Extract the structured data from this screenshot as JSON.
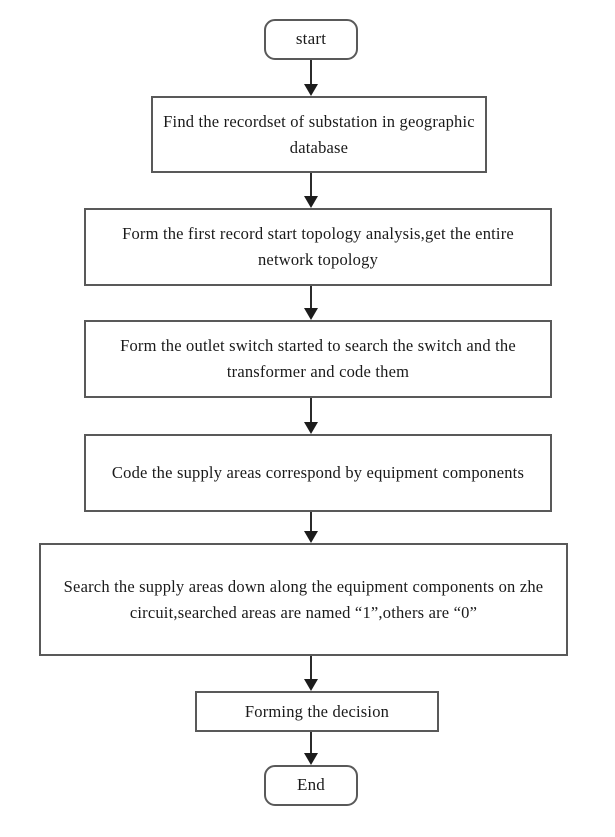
{
  "diagram": {
    "type": "flowchart",
    "orientation": "top-to-bottom",
    "nodes": [
      {
        "id": "start",
        "shape": "terminal",
        "label": "start"
      },
      {
        "id": "find-recordset",
        "shape": "process",
        "label": "Find the recordset of substation in geographic database"
      },
      {
        "id": "form-first-record",
        "shape": "process",
        "label": "Form the first record start topology analysis,get the entire network topology"
      },
      {
        "id": "form-outlet-switch",
        "shape": "process",
        "label": "Form the outlet switch started to search the switch and the transformer and code them"
      },
      {
        "id": "code-supply-areas",
        "shape": "process",
        "label": "Code the supply areas correspond by equipment components"
      },
      {
        "id": "search-supply-areas",
        "shape": "process",
        "label": "Search the supply areas down along the equipment components on zhe circuit,searched areas are named “1”,others are “0”"
      },
      {
        "id": "forming-decision",
        "shape": "process",
        "label": "Forming the decision"
      },
      {
        "id": "end",
        "shape": "terminal",
        "label": "End"
      }
    ],
    "edges": [
      {
        "from": "start",
        "to": "find-recordset",
        "label": ""
      },
      {
        "from": "find-recordset",
        "to": "form-first-record",
        "label": ""
      },
      {
        "from": "form-first-record",
        "to": "form-outlet-switch",
        "label": ""
      },
      {
        "from": "form-outlet-switch",
        "to": "code-supply-areas",
        "label": ""
      },
      {
        "from": "code-supply-areas",
        "to": "search-supply-areas",
        "label": ""
      },
      {
        "from": "search-supply-areas",
        "to": "forming-decision",
        "label": ""
      },
      {
        "from": "forming-decision",
        "to": "end",
        "label": ""
      }
    ],
    "colors": {
      "background": "#ffffff",
      "node_border": "#595959",
      "node_fill": "#ffffff",
      "text": "#1a1a1a",
      "connector": "#2b2b2b"
    }
  }
}
